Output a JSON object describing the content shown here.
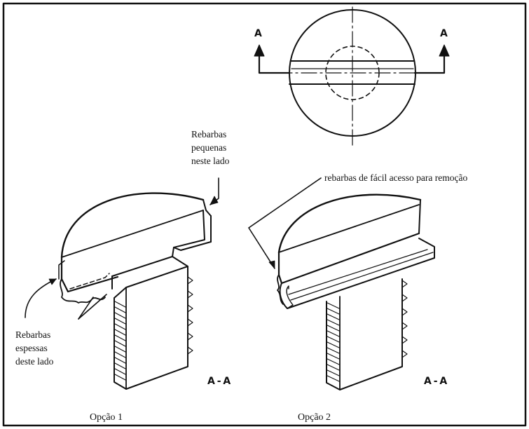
{
  "section_marks": {
    "left": "A",
    "right": "A"
  },
  "labels": {
    "small_burrs": [
      "Rebarbas",
      "pequenas",
      "neste lado"
    ],
    "easy_burrs": "rebarbas de fácil acesso para remoção",
    "thick_burrs": [
      "Rebarbas",
      "espessas",
      "deste lado"
    ]
  },
  "section_labels": {
    "option1": "A - A",
    "option2": "A - A"
  },
  "options": {
    "option1": "Opção 1",
    "option2": "Opção 2"
  }
}
